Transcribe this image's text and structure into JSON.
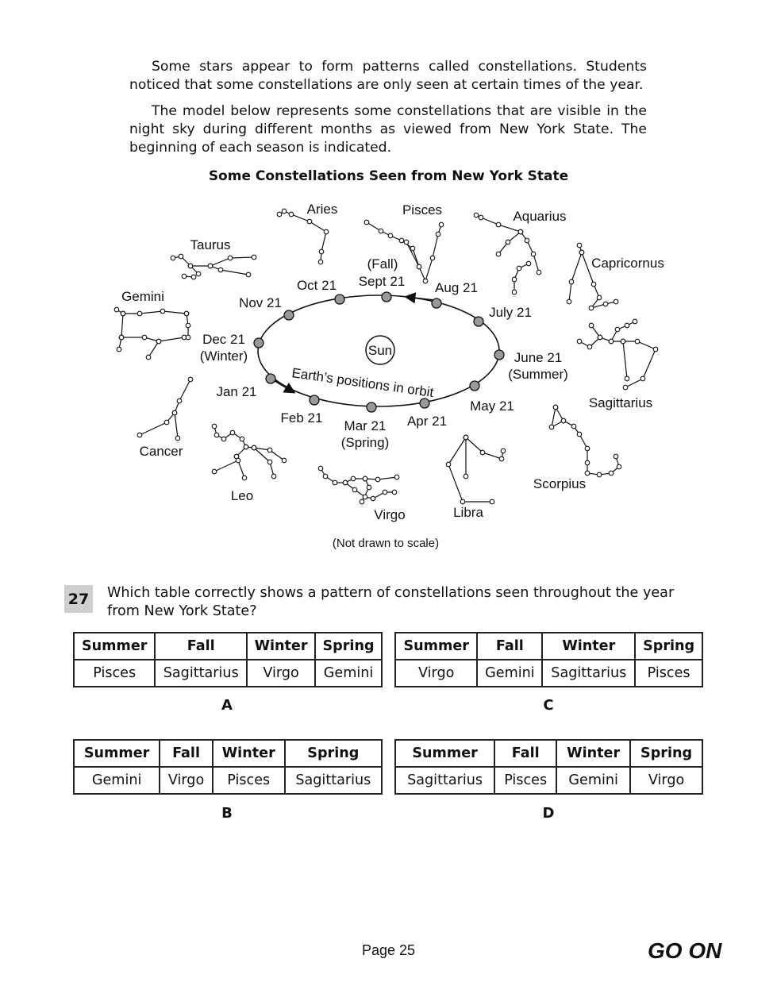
{
  "intro": {
    "p1": "Some stars appear to form patterns called constellations. Students noticed that some constellations are only seen at certain times of the year.",
    "p2": "The model below represents some constellations that are visible in the night sky during different months as viewed from New York State. The beginning of each season is indicated."
  },
  "figure": {
    "title": "Some Constellations Seen from New York State",
    "sun": "Sun",
    "orbit_label": "Earth’s positions in orbit",
    "note": "(Not drawn to scale)",
    "months": {
      "sept_season": "(Fall)",
      "sept": "Sept 21",
      "oct": "Oct 21",
      "nov": "Nov 21",
      "dec": "Dec 21",
      "dec_season": "(Winter)",
      "jan": "Jan 21",
      "feb": "Feb 21",
      "mar": "Mar 21",
      "mar_season": "(Spring)",
      "apr": "Apr 21",
      "may": "May 21",
      "june": "June 21",
      "june_season": "(Summer)",
      "july": "July 21",
      "aug": "Aug 21"
    },
    "constellations": {
      "aries": "Aries",
      "pisces": "Pisces",
      "aquarius": "Aquarius",
      "capricornus": "Capricornus",
      "sagittarius": "Sagittarius",
      "scorpius": "Scorpius",
      "libra": "Libra",
      "virgo": "Virgo",
      "leo": "Leo",
      "cancer": "Cancer",
      "gemini": "Gemini",
      "taurus": "Taurus"
    }
  },
  "question": {
    "number": "27",
    "text": "Which table correctly shows a pattern of constellations seen throughout the year from New York State?"
  },
  "options": {
    "A": {
      "letter": "A",
      "headers": [
        "Summer",
        "Fall",
        "Winter",
        "Spring"
      ],
      "values": [
        "Pisces",
        "Sagittarius",
        "Virgo",
        "Gemini"
      ]
    },
    "B": {
      "letter": "B",
      "headers": [
        "Summer",
        "Fall",
        "Winter",
        "Spring"
      ],
      "values": [
        "Gemini",
        "Virgo",
        "Pisces",
        "Sagittarius"
      ]
    },
    "C": {
      "letter": "C",
      "headers": [
        "Summer",
        "Fall",
        "Winter",
        "Spring"
      ],
      "values": [
        "Virgo",
        "Gemini",
        "Sagittarius",
        "Pisces"
      ]
    },
    "D": {
      "letter": "D",
      "headers": [
        "Summer",
        "Fall",
        "Winter",
        "Spring"
      ],
      "values": [
        "Sagittarius",
        "Pisces",
        "Gemini",
        "Virgo"
      ]
    }
  },
  "footer": {
    "page": "Page 25",
    "go_on": "GO ON"
  }
}
